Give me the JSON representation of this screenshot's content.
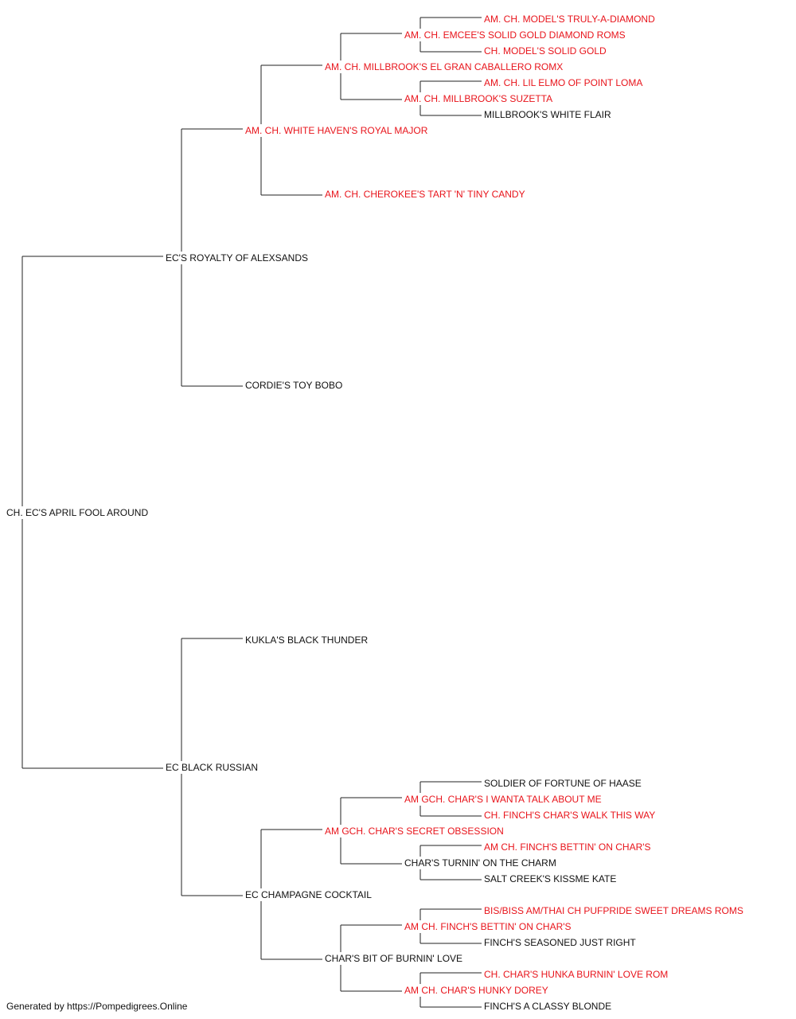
{
  "pedigree": {
    "subject": {
      "name": "CH. EC'S APRIL FOOL AROUND",
      "champion": false
    },
    "sire": {
      "name": "EC'S ROYALTY OF ALEXSANDS",
      "champion": false
    },
    "dam": {
      "name": "EC BLACK RUSSIAN",
      "champion": false
    },
    "grandparents": [
      {
        "name": "AM. CH. WHITE HAVEN'S ROYAL MAJOR",
        "champion": true
      },
      {
        "name": "CORDIE'S TOY BOBO",
        "champion": false
      },
      {
        "name": "KUKLA'S BLACK THUNDER",
        "champion": false
      },
      {
        "name": "EC CHAMPAGNE COCKTAIL",
        "champion": false
      }
    ],
    "great_grandparents": [
      {
        "name": "AM. CH. MILLBROOK'S EL GRAN CABALLERO ROMX",
        "champion": true
      },
      {
        "name": "AM. CH. CHEROKEE'S TART 'N' TINY CANDY",
        "champion": true
      },
      {
        "name": "AM GCH. CHAR'S SECRET OBSESSION",
        "champion": true
      },
      {
        "name": "CHAR'S BIT OF BURNIN' LOVE",
        "champion": false
      }
    ],
    "gen4": [
      {
        "name": "AM. CH. EMCEE'S SOLID GOLD DIAMOND ROMS",
        "champion": true
      },
      {
        "name": "AM. CH. MILLBROOK'S SUZETTA",
        "champion": true
      },
      {
        "name": "AM GCH. CHAR'S I WANTA TALK ABOUT ME",
        "champion": true
      },
      {
        "name": "CHAR'S TURNIN' ON THE CHARM",
        "champion": false
      },
      {
        "name": "AM CH. FINCH'S BETTIN' ON CHAR'S",
        "champion": true
      },
      {
        "name": "AM CH. CHAR'S HUNKY DOREY",
        "champion": true
      }
    ],
    "gen5": [
      {
        "name": "AM. CH. MODEL'S TRULY-A-DIAMOND",
        "champion": true
      },
      {
        "name": "CH. MODEL'S SOLID GOLD",
        "champion": true
      },
      {
        "name": "AM. CH. LIL ELMO OF POINT LOMA",
        "champion": true
      },
      {
        "name": "MILLBROOK'S WHITE FLAIR",
        "champion": false
      },
      {
        "name": "SOLDIER OF FORTUNE OF HAASE",
        "champion": false
      },
      {
        "name": "CH. FINCH'S CHAR'S WALK THIS WAY",
        "champion": true
      },
      {
        "name": "AM CH. FINCH'S BETTIN' ON CHAR'S",
        "champion": true
      },
      {
        "name": "SALT CREEK'S KISSME KATE",
        "champion": false
      },
      {
        "name": "BIS/BISS AM/THAI CH PUFPRIDE SWEET DREAMS ROMS",
        "champion": true
      },
      {
        "name": "FINCH'S SEASONED JUST RIGHT",
        "champion": false
      },
      {
        "name": "CH. CHAR'S HUNKA BURNIN' LOVE ROM",
        "champion": true
      },
      {
        "name": "FINCH'S A CLASSY BLONDE",
        "champion": false
      }
    ]
  },
  "colors": {
    "champion": "#e8141b",
    "plain": "#111111",
    "line": "#222222"
  },
  "footer": "Generated by https://Pompedigrees.Online"
}
